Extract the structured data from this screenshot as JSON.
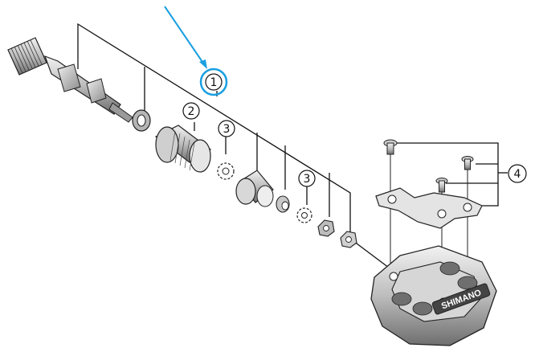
{
  "diagram": {
    "callouts": [
      {
        "id": "c1",
        "label": "1",
        "highlighted": true
      },
      {
        "id": "c2",
        "label": "2"
      },
      {
        "id": "c3a",
        "label": "3"
      },
      {
        "id": "c3b",
        "label": "3"
      },
      {
        "id": "c4",
        "label": "4"
      }
    ],
    "brand_label": "SHIMANO",
    "colors": {
      "line": "#111111",
      "highlight": "#1a9fe0",
      "part_fill": "#d8d8d8",
      "part_dark": "#6f6f6f"
    }
  }
}
